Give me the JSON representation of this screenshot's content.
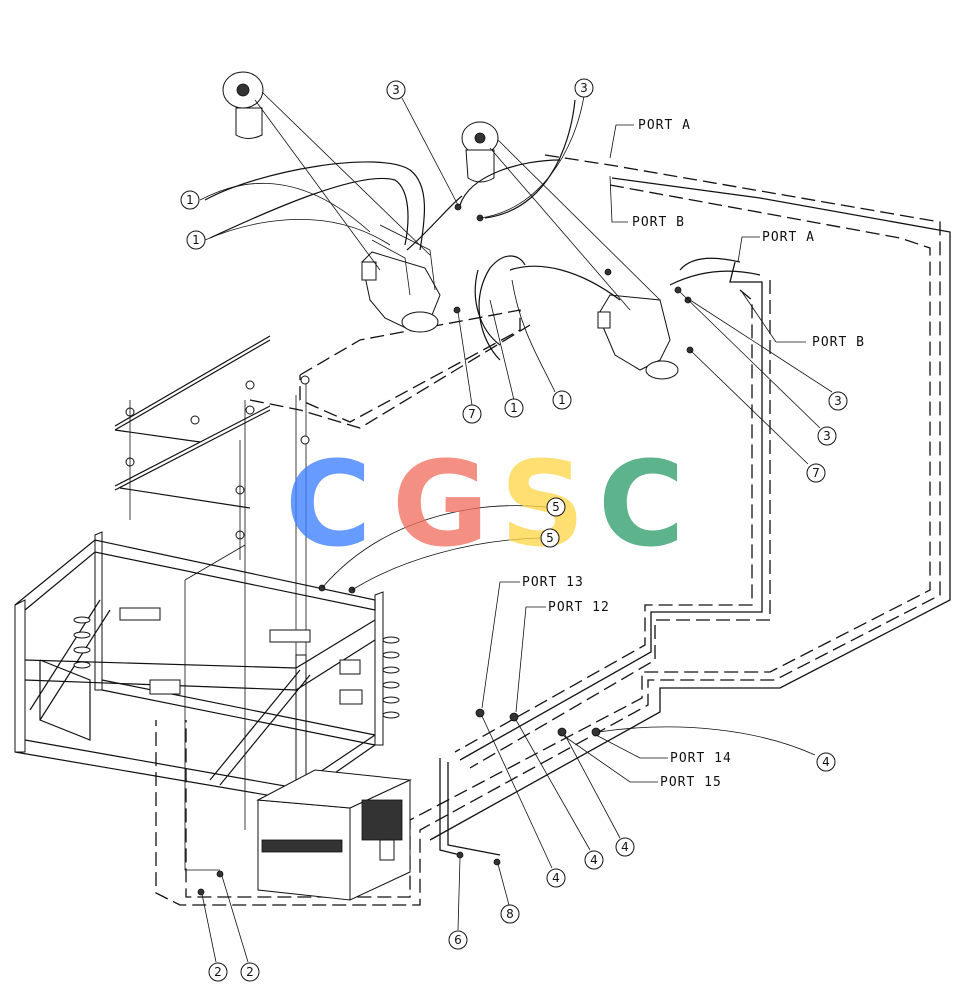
{
  "watermark": {
    "letters": [
      "C",
      "G",
      "S",
      "C"
    ],
    "colors": [
      "#3d7fff",
      "#f07060",
      "#ffd54a",
      "#2f9e6c"
    ]
  },
  "ports": {
    "port_a_1": "PORT A",
    "port_b_1": "PORT B",
    "port_a_2": "PORT A",
    "port_b_2": "PORT B",
    "port_13": "PORT 13",
    "port_12": "PORT 12",
    "port_14": "PORT 14",
    "port_15": "PORT 15"
  },
  "callouts": [
    "1",
    "1",
    "3",
    "3",
    "7",
    "1",
    "1",
    "3",
    "3",
    "7",
    "5",
    "5",
    "4",
    "4",
    "4",
    "4",
    "4",
    "2",
    "2",
    "6",
    "8"
  ]
}
